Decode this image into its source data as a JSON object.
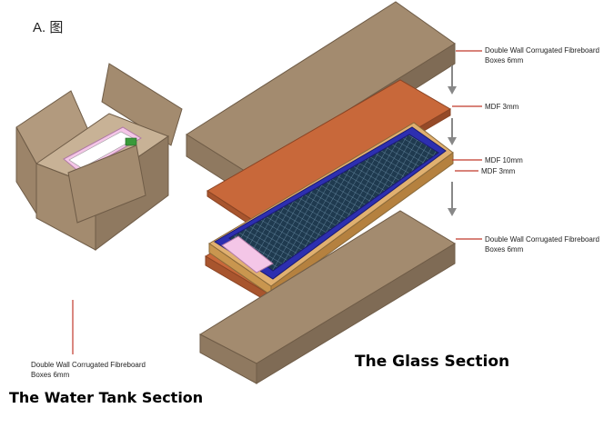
{
  "figure_label": "A. 图",
  "water_tank": {
    "title": "The Water Tank Section",
    "label_line1": "Double Wall Corrugated Fibreboard",
    "label_line2": "Boxes   6mm"
  },
  "glass": {
    "title": "The Glass Section",
    "callouts": [
      {
        "line1": "Double Wall Corrugated Fibreboard",
        "line2": "Boxes   6mm"
      },
      {
        "line1": "MDF   3mm",
        "line2": ""
      },
      {
        "line1": "MDF   10mm",
        "line2": ""
      },
      {
        "line1": "MDF   3mm",
        "line2": ""
      },
      {
        "line1": "Double Wall Corrugated Fibreboard",
        "line2": "Boxes   6mm"
      }
    ]
  },
  "colors": {
    "cardboard": "#a38b6f",
    "mdf": "#c8683a",
    "callout_line": "#c0392b",
    "frame_blue": "#2d2fb0",
    "glass_grid": "#1f3a4f",
    "tube_pink": "#f4c6e7"
  }
}
